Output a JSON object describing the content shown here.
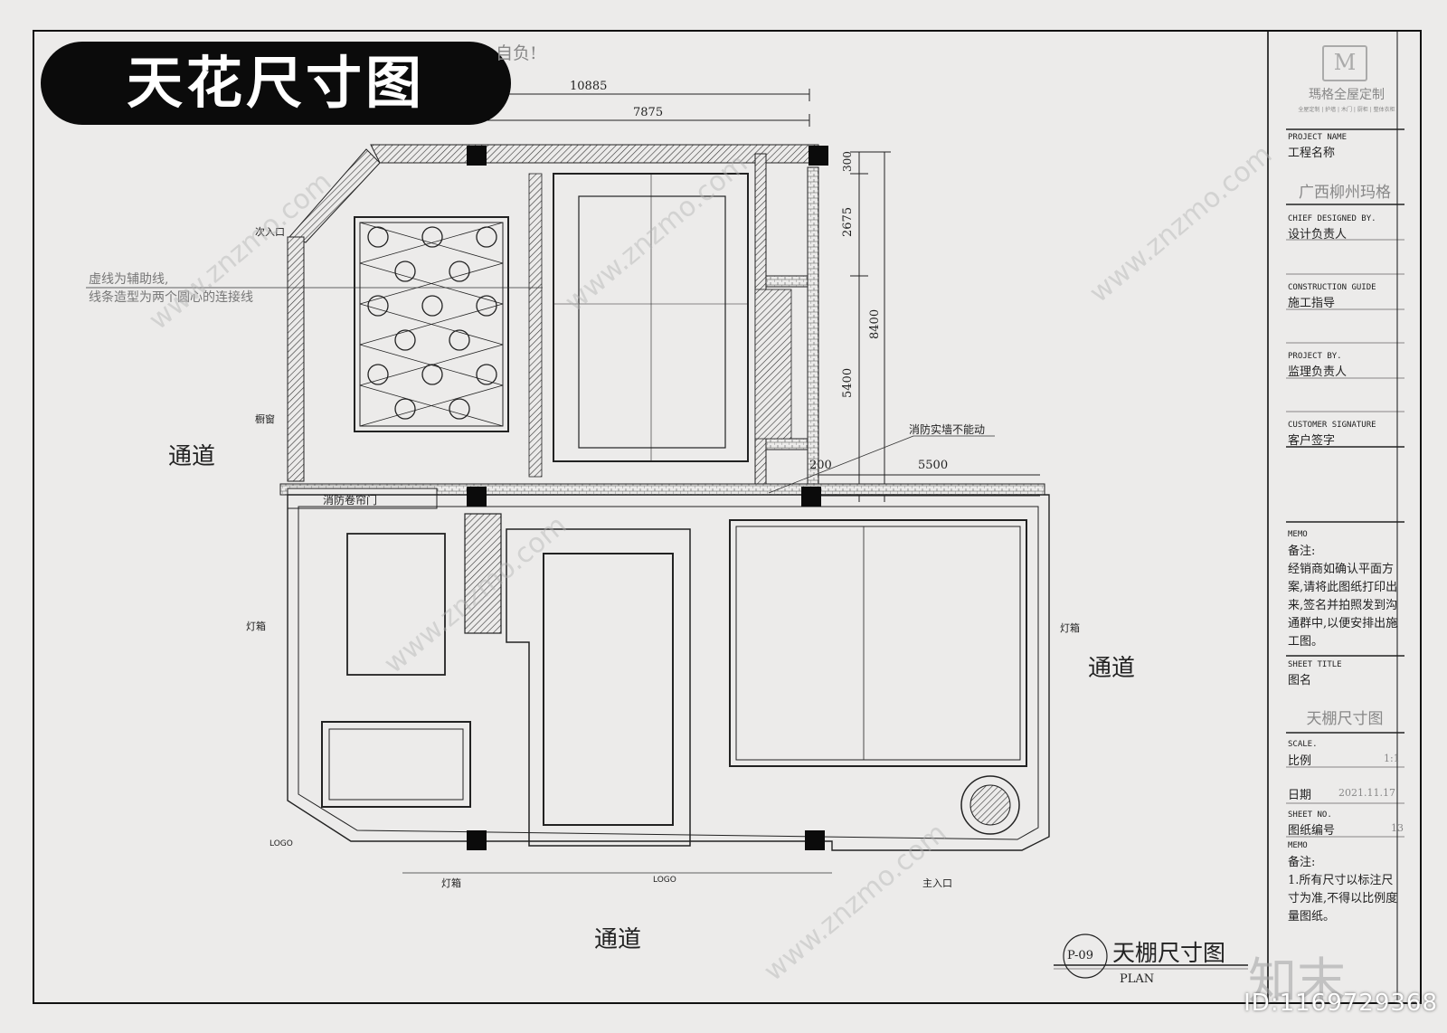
{
  "banner": {
    "title": "天花尺寸图"
  },
  "notice": {
    "fragment": "自负!"
  },
  "dimensions": {
    "top_total": "10885",
    "top_inner": "7875",
    "right_300": "300",
    "right_2675": "2675",
    "right_8400": "8400",
    "right_5400": "5400",
    "mid_200": "200",
    "mid_5500": "5500"
  },
  "labels": {
    "secondary_entrance": "次入口",
    "window": "橱窗",
    "fire_shutter": "消防卷帘门",
    "fire_wall": "消防实墙不能动",
    "lightbox_left": "灯箱",
    "lightbox_right": "灯箱",
    "lightbox_bottom": "灯箱",
    "logo_left": "LOGO",
    "logo_bottom": "LOGO",
    "main_entrance": "主入口",
    "aux_note_1": "虚线为辅助线,",
    "aux_note_2": "线条造型为两个圆心的连接线",
    "passage_left": "通道",
    "passage_right": "通道",
    "passage_bottom": "通道"
  },
  "plan_title": {
    "code": "P-09",
    "name": "天棚尺寸图",
    "sub": "PLAN"
  },
  "title_block": {
    "brand": "瑪格全屋定制",
    "brand_sub": "全屋定制 | 护墙 | 木门 | 厨柜 | 整体衣柜",
    "project_name_en": "PROJECT NAME",
    "project_name_cn": "工程名称",
    "project_name_val": "广西柳州玛格",
    "designer_en": "CHIEF DESIGNED BY.",
    "designer_cn": "设计负责人",
    "guide_en": "CONSTRUCTION GUIDE",
    "guide_cn": "施工指导",
    "project_by_en": "PROJECT BY.",
    "project_by_cn": "监理负责人",
    "customer_en": "CUSTOMER SIGNATURE",
    "customer_cn": "客户签字",
    "memo_en": "MEMO",
    "memo_cn": "备注:",
    "memo_text": "经销商如确认平面方案,请将此图纸打印出来,签名并拍照发到沟通群中,以便安排出施工图。",
    "sheet_title_en": "SHEET TITLE",
    "sheet_title_cn": "图名",
    "sheet_title_val": "天棚尺寸图",
    "scale_en": "SCALE.",
    "scale_cn": "比例",
    "scale_val": "1:1",
    "date_cn": "日期",
    "date_val": "2021.11.17",
    "sheet_no_en": "SHEET NO.",
    "sheet_no_cn": "图纸编号",
    "sheet_no_val": "13",
    "memo2_en": "MEMO",
    "memo2_cn": "备注:",
    "memo2_text": "1.所有尺寸以标注尺寸为准,不得以比例度量图纸。"
  },
  "watermark": {
    "site": "www.znzmo.com",
    "logo": "知末",
    "id": "ID:1169729368"
  }
}
